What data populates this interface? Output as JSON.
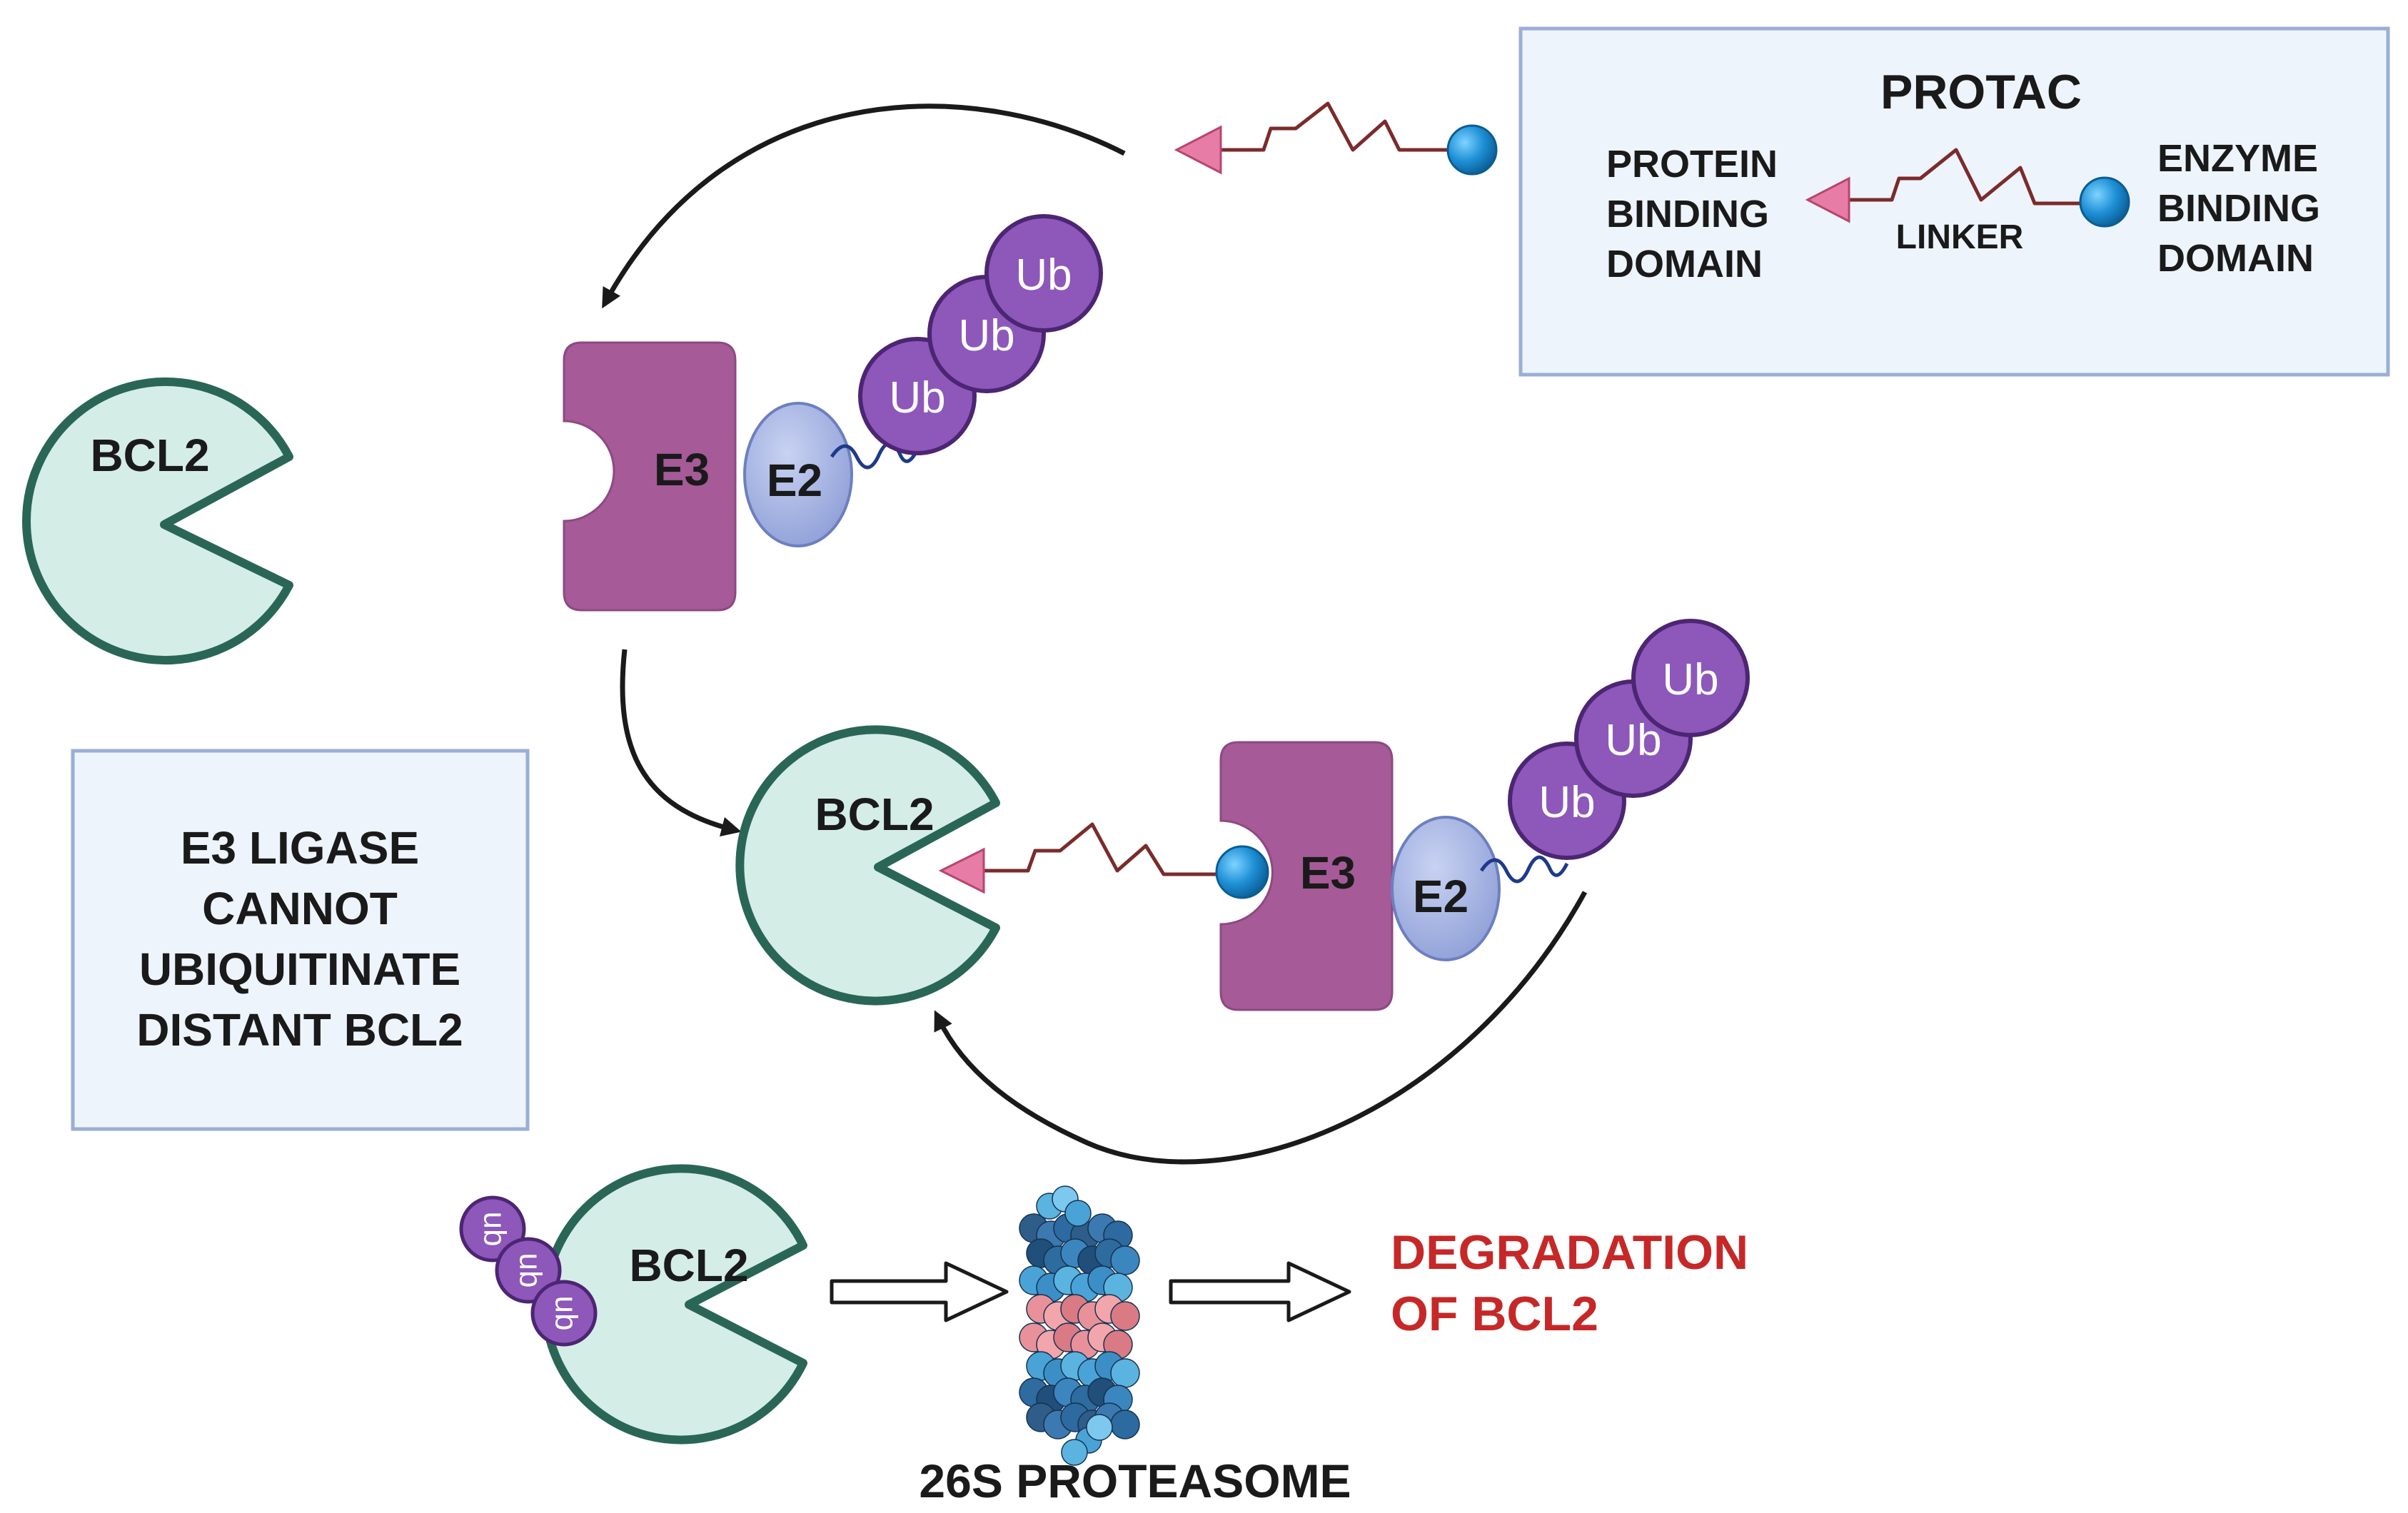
{
  "protac_box": {
    "title": "PROTAC",
    "protein_binding": [
      "PROTEIN",
      "BINDING",
      "DOMAIN"
    ],
    "linker": "LINKER",
    "enzyme_binding": [
      "ENZYME",
      "BINDING",
      "DOMAIN"
    ]
  },
  "left_box": {
    "lines": [
      "E3 LIGASE",
      "CANNOT",
      "UBIQUITINATE",
      "DISTANT BCL2"
    ]
  },
  "bcl2_label": "BCL2",
  "e3_label": "E3",
  "e2_label": "E2",
  "ub_label": "Ub",
  "ub_small_label": "ub",
  "proteasome_label": "26S PROTEASOME",
  "degradation": [
    "DEGRADATION",
    "OF BCL2"
  ],
  "colors": {
    "bcl2_fill": "#d5ede7",
    "bcl2_stroke": "#2a6656",
    "e3_fill": "#a65a98",
    "e2_fill": "#a9b6e3",
    "ub_fill": "#8d58b9",
    "ub_stroke": "#4c2573",
    "box_fill": "#eef4fc",
    "box_stroke": "#9aaed6",
    "warhead": "#e77da6",
    "linker": "#7b2b2b",
    "ligand": "#1e90d6",
    "degradation_text": "#c62828"
  }
}
